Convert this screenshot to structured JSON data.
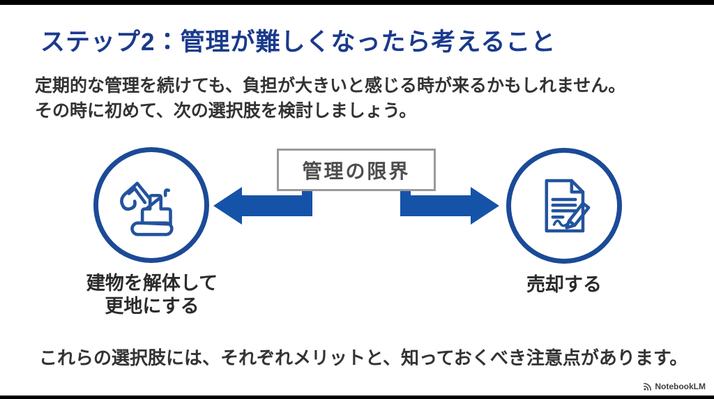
{
  "slide": {
    "title": "ステップ2：管理が難しくなったら考えること",
    "intro": {
      "line1": "定期的な管理を続けても、負担が大きいと感じる時が来るかもしれません。",
      "line2": "その時に初めて、次の選択肢を検討しましょう。"
    },
    "diagram": {
      "center_box_label": "管理の限界",
      "left_option": {
        "icon": "excavator-icon",
        "label_line1": "建物を解体して",
        "label_line2": "更地にする"
      },
      "right_option": {
        "icon": "contract-signing-icon",
        "label": "売却する"
      }
    },
    "footer": "これらの選択肢には、それぞれメリットと、知っておくべき注意点があります。",
    "watermark": "NotebookLM",
    "colors": {
      "title_navy": "#1a3a8c",
      "arrow_blue": "#1553a8",
      "circle_stroke_blue": "#1b4a97",
      "icon_stroke_blue": "#23539e",
      "box_border_gray": "#9a9a9a",
      "box_text_gray": "#4d4d4d",
      "body_text": "#333333",
      "letterbox_black": "#000000"
    }
  }
}
